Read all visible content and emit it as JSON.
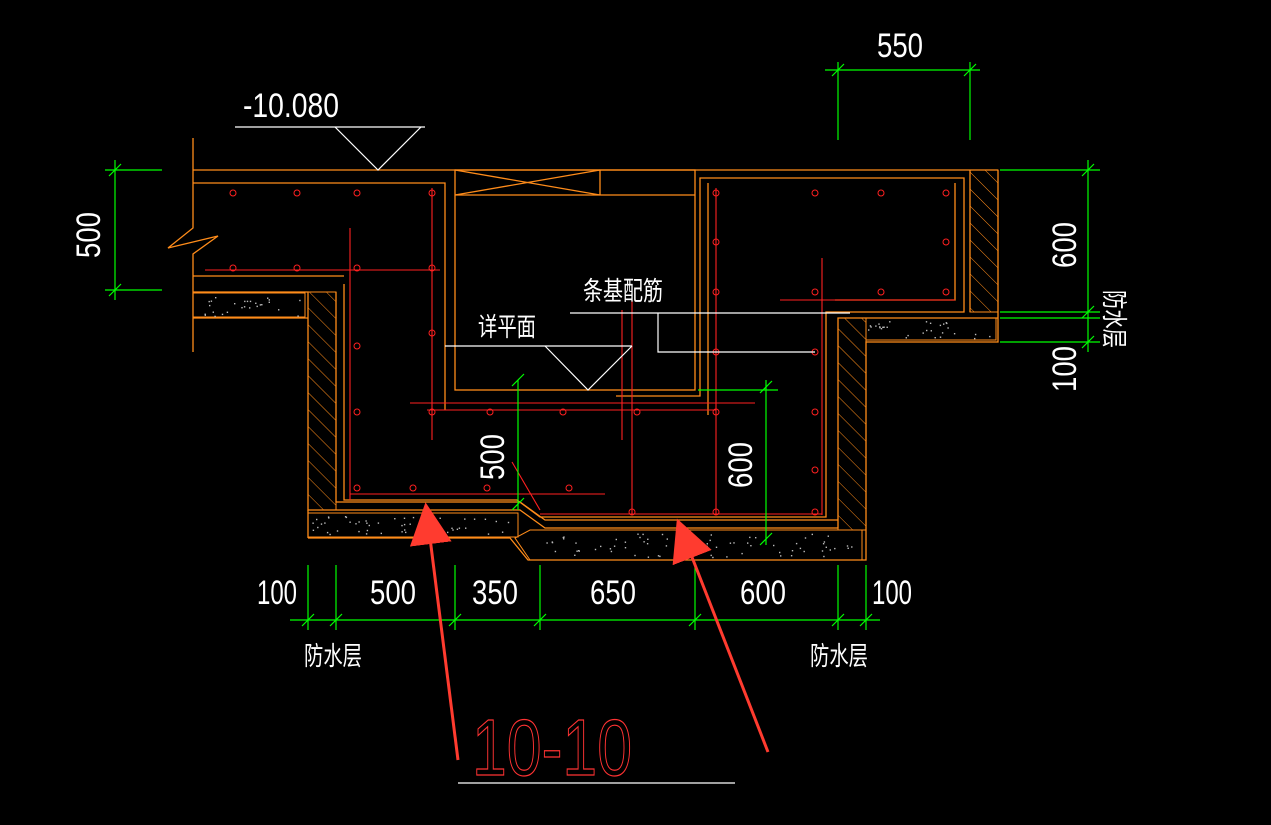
{
  "drawing": {
    "section_title": "10-10",
    "elevation": "-10.080",
    "labels": {
      "detail_plan": "详平面",
      "strip_rebar": "条基配筋",
      "waterproof_left": "防水层",
      "waterproof_right": "防水层",
      "waterproof_side": "防水层"
    },
    "dimensions": {
      "top": "550",
      "left_vertical": "500",
      "right_vertical_upper": "600",
      "right_vertical_lower": "100",
      "inner_left": "500",
      "inner_right": "600",
      "bottom": [
        "100",
        "500",
        "350",
        "650",
        "600",
        "100"
      ]
    }
  },
  "colors": {
    "background": "#000000",
    "outline": "#ff8c1a",
    "rebar": "#ff2020",
    "dimension": "#00ff00",
    "text": "#ffffff",
    "arrow": "#ff3b2f"
  }
}
